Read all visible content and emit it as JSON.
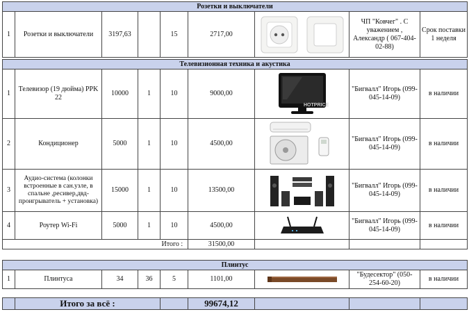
{
  "sections": [
    {
      "title": "Розетки и выключатели",
      "rows": [
        {
          "num": "1",
          "name": "Розетки и выключатели",
          "price": "3197,63",
          "c4": "",
          "qty": "15",
          "sum": "2717,00",
          "image": "socket-switch",
          "supplier": "ЧП \"Ковчег\" . С уважением , Александр        ( 067-404-02-88)",
          "status": "Срок поставки 1 неделя"
        }
      ]
    },
    {
      "title": "Телевизионная техника и акустика",
      "rows": [
        {
          "num": "1",
          "name": "Телевизор (19 дюйма) PPK 22",
          "price": "10000",
          "c4": "1",
          "qty": "10",
          "sum": "9000,00",
          "image": "tv",
          "supplier": "\"Бигвалл\" Игорь (099-045-14-09)",
          "status": "в наличии"
        },
        {
          "num": "2",
          "name": "Кондиционер",
          "price": "5000",
          "c4": "1",
          "qty": "10",
          "sum": "4500,00",
          "image": "air-conditioner",
          "supplier": "\"Бигвалл\" Игорь (099-045-14-09)",
          "status": "в наличии"
        },
        {
          "num": "3",
          "name": "Аудио-система (колонки встроенные в сан.узле, в спальне ,ресивер,двд-проигрыватель + установка)",
          "price": "15000",
          "c4": "1",
          "qty": "10",
          "sum": "13500,00",
          "image": "audio-system",
          "supplier": "\"Бигвалл\" Игорь (099-045-14-09)",
          "status": "в наличии"
        },
        {
          "num": "4",
          "name": "Роутер Wi-Fi",
          "price": "5000",
          "c4": "1",
          "qty": "10",
          "sum": "4500,00",
          "image": "router",
          "supplier": "\"Бигвалл\" Игорь (099-045-14-09)",
          "status": "в наличии"
        }
      ],
      "subtotal_label": "Итого :",
      "subtotal_value": "31500,00"
    },
    {
      "title": "Плинтус",
      "rows": [
        {
          "num": "1",
          "name": "Плинтуса",
          "price": "34",
          "c4": "36",
          "qty": "5",
          "sum": "1101,00",
          "image": "baseboard",
          "supplier": "\"Будесектор\" (050-254-60-20)",
          "status": "в наличии"
        }
      ]
    }
  ],
  "grand_total": {
    "label": "Итого за всё :",
    "value": "99674,12"
  },
  "watermark": "HOTPRICE"
}
